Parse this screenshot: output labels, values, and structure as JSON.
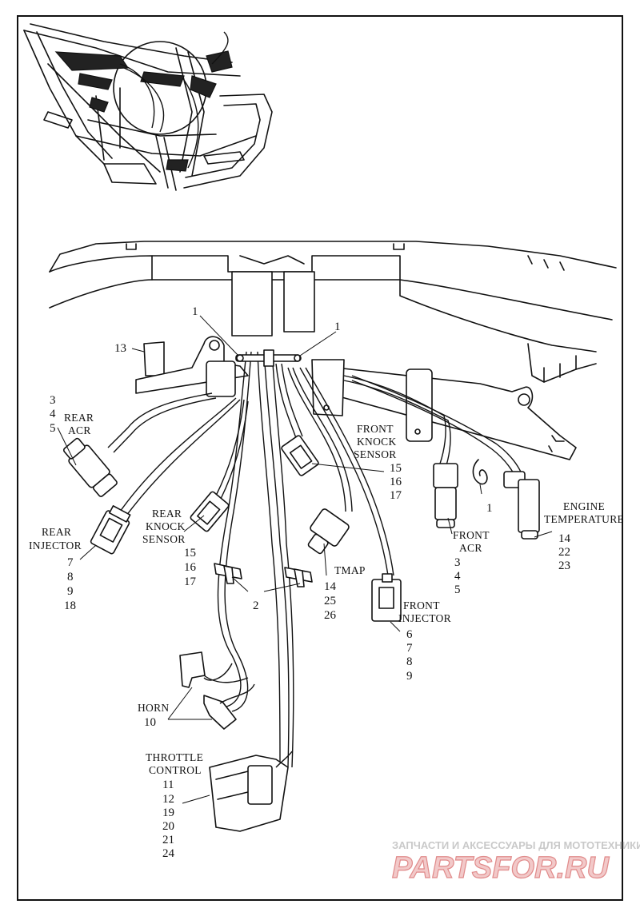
{
  "diagram": {
    "callouts": {
      "clip_left": "1",
      "clip_right": "1",
      "bracket": "13",
      "rear_acr_numbers": [
        "3",
        "4",
        "5"
      ],
      "rear_acr_label": [
        "REAR",
        "ACR"
      ],
      "rear_injector_label": [
        "REAR",
        "INJECTOR"
      ],
      "rear_injector_numbers": [
        "7",
        "8",
        "9",
        "18"
      ],
      "rear_knock_label": [
        "REAR",
        "KNOCK",
        "SENSOR"
      ],
      "rear_knock_numbers": [
        "15",
        "16",
        "17"
      ],
      "front_knock_label": [
        "FRONT",
        "KNOCK",
        "SENSOR"
      ],
      "front_knock_numbers": [
        "15",
        "16",
        "17"
      ],
      "tie_clip": "1",
      "front_acr_label": [
        "FRONT",
        "ACR"
      ],
      "front_acr_numbers": [
        "3",
        "4",
        "5"
      ],
      "engine_temp_label": [
        "ENGINE",
        "TEMPERATURE"
      ],
      "engine_temp_numbers": [
        "14",
        "22",
        "23"
      ],
      "tmap_label": "TMAP",
      "tmap_numbers": [
        "14",
        "25",
        "26"
      ],
      "cable_straps": "2",
      "front_injector_label": [
        "FRONT",
        "INJECTOR"
      ],
      "front_injector_numbers": [
        "6",
        "7",
        "8",
        "9"
      ],
      "horn_label": "HORN",
      "horn_number": "10",
      "throttle_label": [
        "THROTTLE",
        "CONTROL"
      ],
      "throttle_numbers": [
        "11",
        "12",
        "19",
        "20",
        "21",
        "24"
      ]
    }
  },
  "watermark": {
    "tagline": "ЗАПЧАСТИ И АКСЕССУАРЫ ДЛЯ МОТОТЕХНИКИ",
    "brand": "PARTSFOR.RU"
  }
}
